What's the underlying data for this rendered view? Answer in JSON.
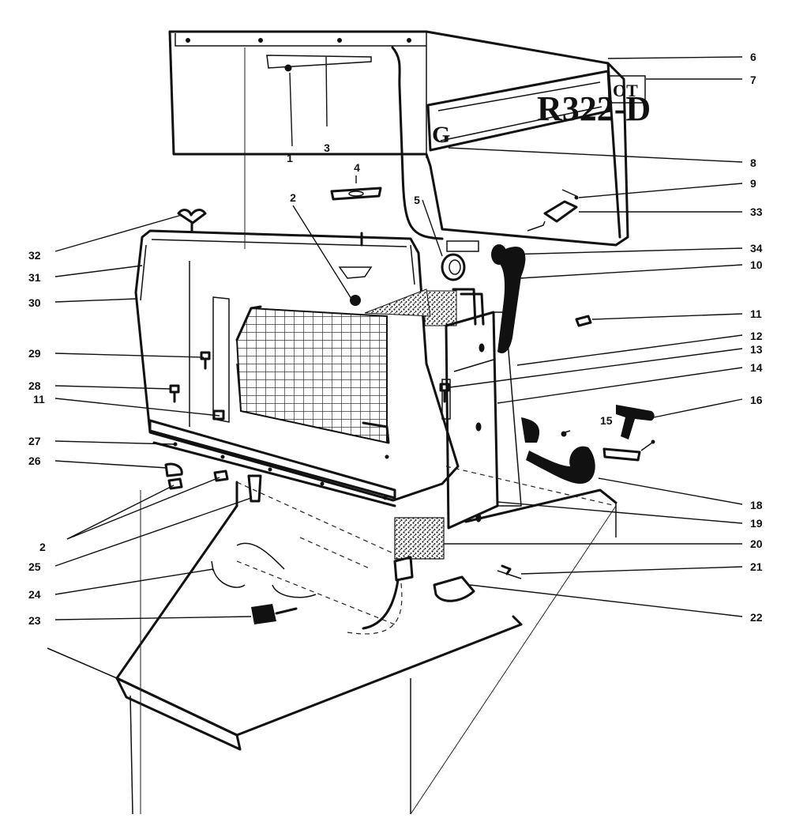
{
  "diagram": {
    "badge_letter": "G",
    "model_label": "R322-D",
    "model_suffix": "OT",
    "callouts": [
      {
        "label": "1"
      },
      {
        "label": "2"
      },
      {
        "label": "3"
      },
      {
        "label": "4"
      },
      {
        "label": "5"
      },
      {
        "label": "6"
      },
      {
        "label": "7"
      },
      {
        "label": "8"
      },
      {
        "label": "9"
      },
      {
        "label": "33"
      },
      {
        "label": "34"
      },
      {
        "label": "10"
      },
      {
        "label": "11"
      },
      {
        "label": "12"
      },
      {
        "label": "13"
      },
      {
        "label": "14"
      },
      {
        "label": "16"
      },
      {
        "label": "15"
      },
      {
        "label": "18"
      },
      {
        "label": "19"
      },
      {
        "label": "20"
      },
      {
        "label": "21"
      },
      {
        "label": "22"
      },
      {
        "label": "32"
      },
      {
        "label": "31"
      },
      {
        "label": "30"
      },
      {
        "label": "29"
      },
      {
        "label": "28"
      },
      {
        "label": "11"
      },
      {
        "label": "27"
      },
      {
        "label": "26"
      },
      {
        "label": "2"
      },
      {
        "label": "25"
      },
      {
        "label": "24"
      },
      {
        "label": "23"
      }
    ]
  }
}
